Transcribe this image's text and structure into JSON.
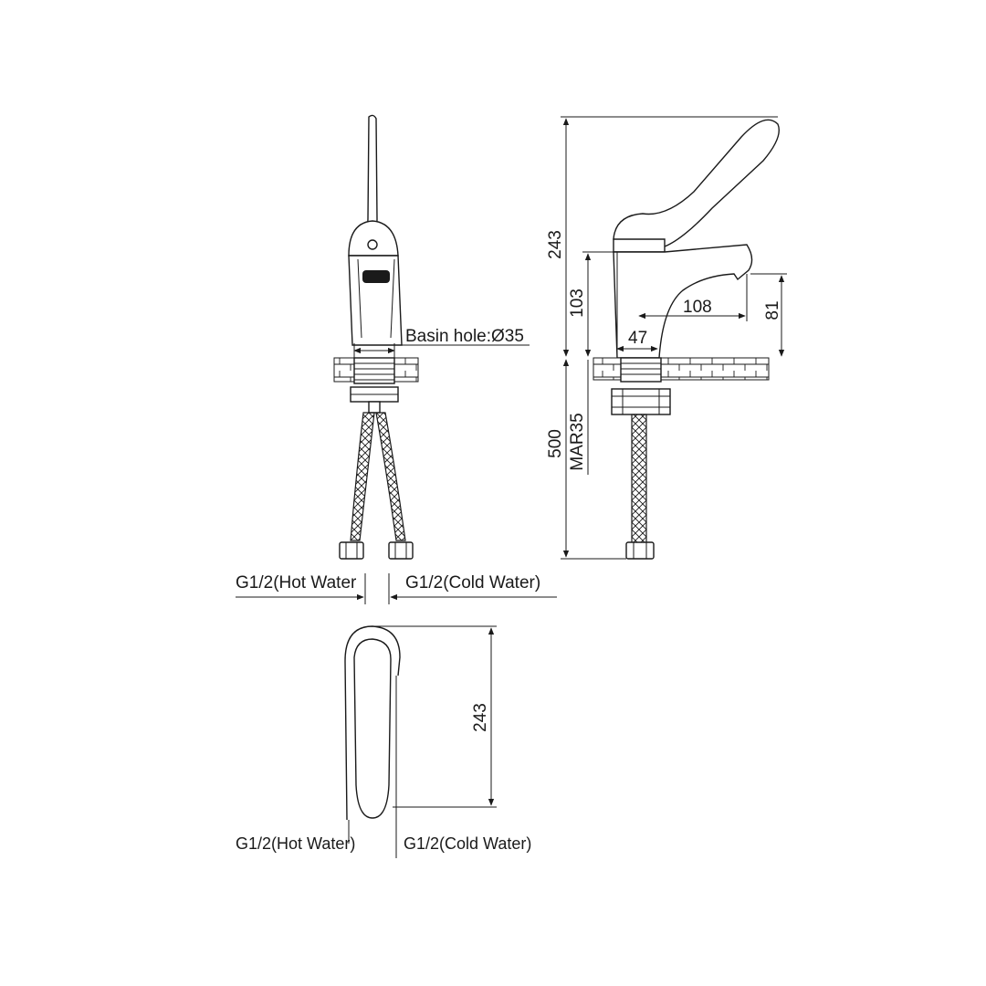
{
  "front_view": {
    "basin_hole_label": "Basin hole:Ø35",
    "hot_water_label": "G1/2(Hot Water",
    "cold_water_label": "G1/2(Cold Water)"
  },
  "side_view": {
    "total_height": "243",
    "spout_height": "103",
    "spout_reach": "108",
    "outlet_height": "81",
    "spout_offset": "47",
    "hose_length": "500",
    "hose_spec": "MAR35"
  },
  "top_view": {
    "length": "243",
    "hot_water_label": "G1/2(Hot Water)",
    "cold_water_label": "G1/2(Cold Water)"
  },
  "arrow_icon": "dimension-arrow"
}
